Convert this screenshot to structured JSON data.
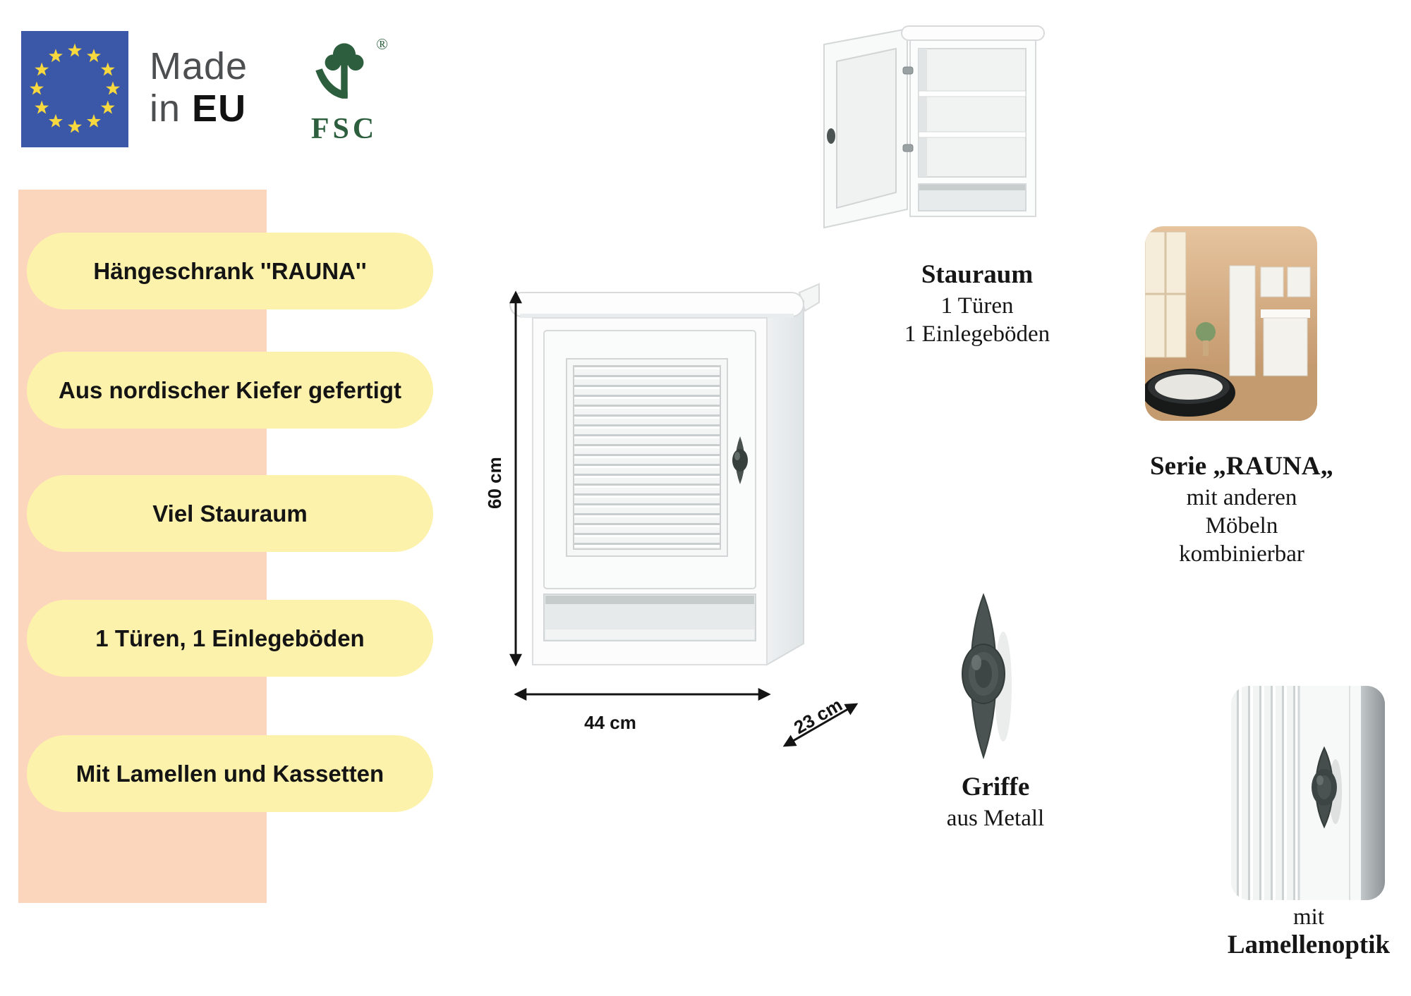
{
  "header": {
    "made_in": {
      "word1": "Made",
      "word2": "in",
      "word3": "EU"
    },
    "fsc": {
      "label": "FSC",
      "registered": "®"
    }
  },
  "features": [
    "Hängeschrank ''RAUNA''",
    "Aus nordischer Kiefer gefertigt",
    "Viel Stauraum",
    "1 Türen, 1 Einlegeböden",
    "Mit Lamellen und Kassetten"
  ],
  "dimensions": {
    "height": "60 cm",
    "width": "44 cm",
    "depth": "23 cm"
  },
  "callouts": {
    "stauraum": {
      "title": "Stauraum",
      "line1": "1 Türen",
      "line2": "1 Einlegeböden"
    },
    "serie": {
      "title": "Serie „RAUNA„",
      "line1": "mit anderen",
      "line2": "Möbeln",
      "line3": "kombinierbar"
    },
    "griffe": {
      "title": "Griffe",
      "line1": "aus Metall"
    },
    "lamellen": {
      "line1": "mit",
      "title": "Lamellenoptik"
    }
  },
  "colors": {
    "band_peach": "#fbd6bc",
    "pill_yellow": "#fdf2ab",
    "eu_flag_blue": "#3b57a8",
    "eu_star_yellow": "#f7d83e",
    "fsc_green": "#2d5f3e",
    "handle_metal": "#4a5351",
    "text_dark": "#141414"
  }
}
